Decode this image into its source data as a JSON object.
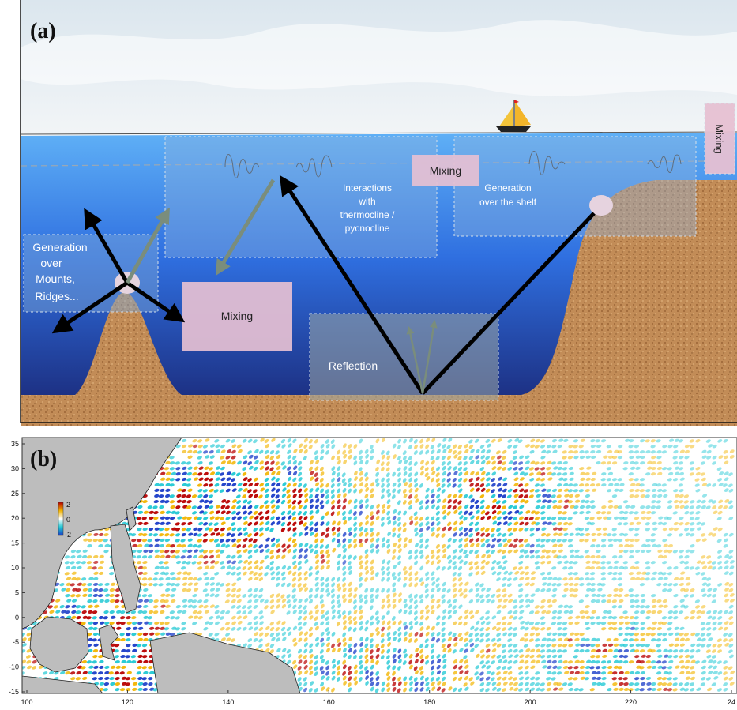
{
  "panel_a": {
    "letter": "(a)",
    "labels": {
      "generation_mounts": [
        "Generation",
        "over",
        "Mounts,",
        "Ridges..."
      ],
      "mixing_left": "Mixing",
      "interactions": [
        "Interactions",
        "with",
        "thermocline /",
        "pycnocline"
      ],
      "mixing_middle": "Mixing",
      "generation_shelf": [
        "Generation",
        "over the shelf"
      ],
      "reflection": "Reflection",
      "mixing_right": "Mixing"
    },
    "colors": {
      "sky_top": "#c9dbe6",
      "ocean_top": "#5aa8f0",
      "ocean_bottom": "#1a2f8a",
      "seabed": "#c08a55",
      "mixing_box": "#e8c2d2",
      "arrow_dark": "#000000",
      "arrow_grey": "#7a8d7c"
    }
  },
  "panel_b": {
    "letter": "(b)",
    "y_ticks": [
      "35",
      "30",
      "25",
      "20",
      "15",
      "10",
      "5",
      "0",
      "-5",
      "-10",
      "-15"
    ],
    "x_ticks": [
      "100",
      "120",
      "140",
      "160",
      "180",
      "200",
      "220",
      "24"
    ],
    "colorbar_ticks": [
      "2",
      "0",
      "-2"
    ],
    "colors": {
      "land": "#bdbdbd",
      "ocean": "#ffffff",
      "positive": "#b80000",
      "negative": "#1a3cc8",
      "mid_pos": "#f2b400",
      "mid_neg": "#21c8d4"
    }
  }
}
